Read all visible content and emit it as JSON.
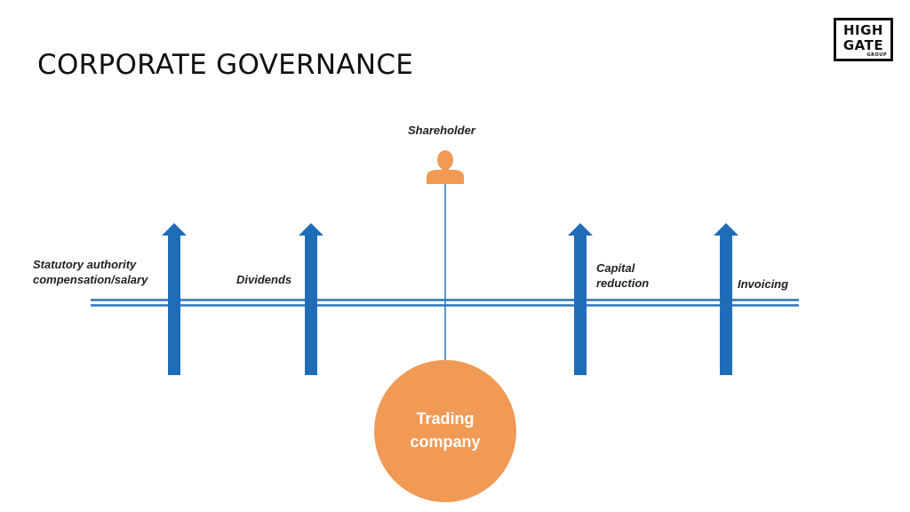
{
  "slide": {
    "title": "CORPORATE GOVERNANCE"
  },
  "logo": {
    "line1": "HIGH",
    "line2": "GATE",
    "line3": "GROUP"
  },
  "diagram": {
    "shareholder_label": "Shareholder",
    "company_label_line1": "Trading",
    "company_label_line2": "company",
    "flows": [
      {
        "label_line1": "Statutory authority",
        "label_line2": "compensation/salary"
      },
      {
        "label_line1": "Dividends"
      },
      {
        "label_line1": "Capital",
        "label_line2": "reduction"
      },
      {
        "label_line1": "Invoicing"
      }
    ]
  },
  "colors": {
    "arrow_blue": "#1F6DB8",
    "accent_orange": "#F09A55",
    "connector_line": "#2E75B6",
    "text_dark": "#222222"
  }
}
